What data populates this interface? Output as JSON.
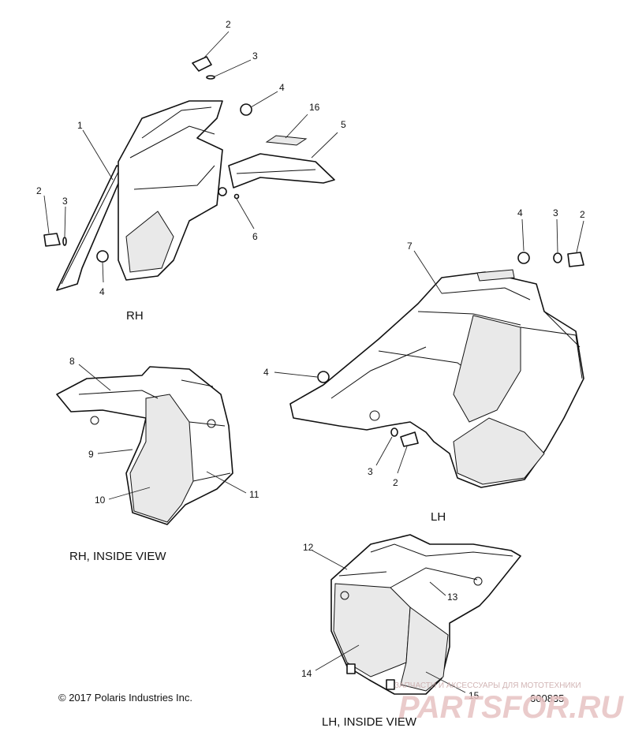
{
  "diagram": {
    "captions": {
      "rh": "RH",
      "rh_inside": "RH, INSIDE VIEW",
      "lh": "LH",
      "lh_inside": "LH, INSIDE VIEW"
    },
    "callouts": [
      "1",
      "2",
      "3",
      "4",
      "5",
      "6",
      "7",
      "8",
      "9",
      "10",
      "11",
      "12",
      "13",
      "14",
      "15",
      "16"
    ],
    "copyright": "© 2017 Polaris Industries Inc.",
    "figure_number": "600835",
    "watermark": {
      "line": "ЗАПЧАСТИ И АКСЕССУАРЫ ДЛЯ МОТОТЕХНИКИ",
      "logo": "PARTSFOR.RU"
    }
  }
}
